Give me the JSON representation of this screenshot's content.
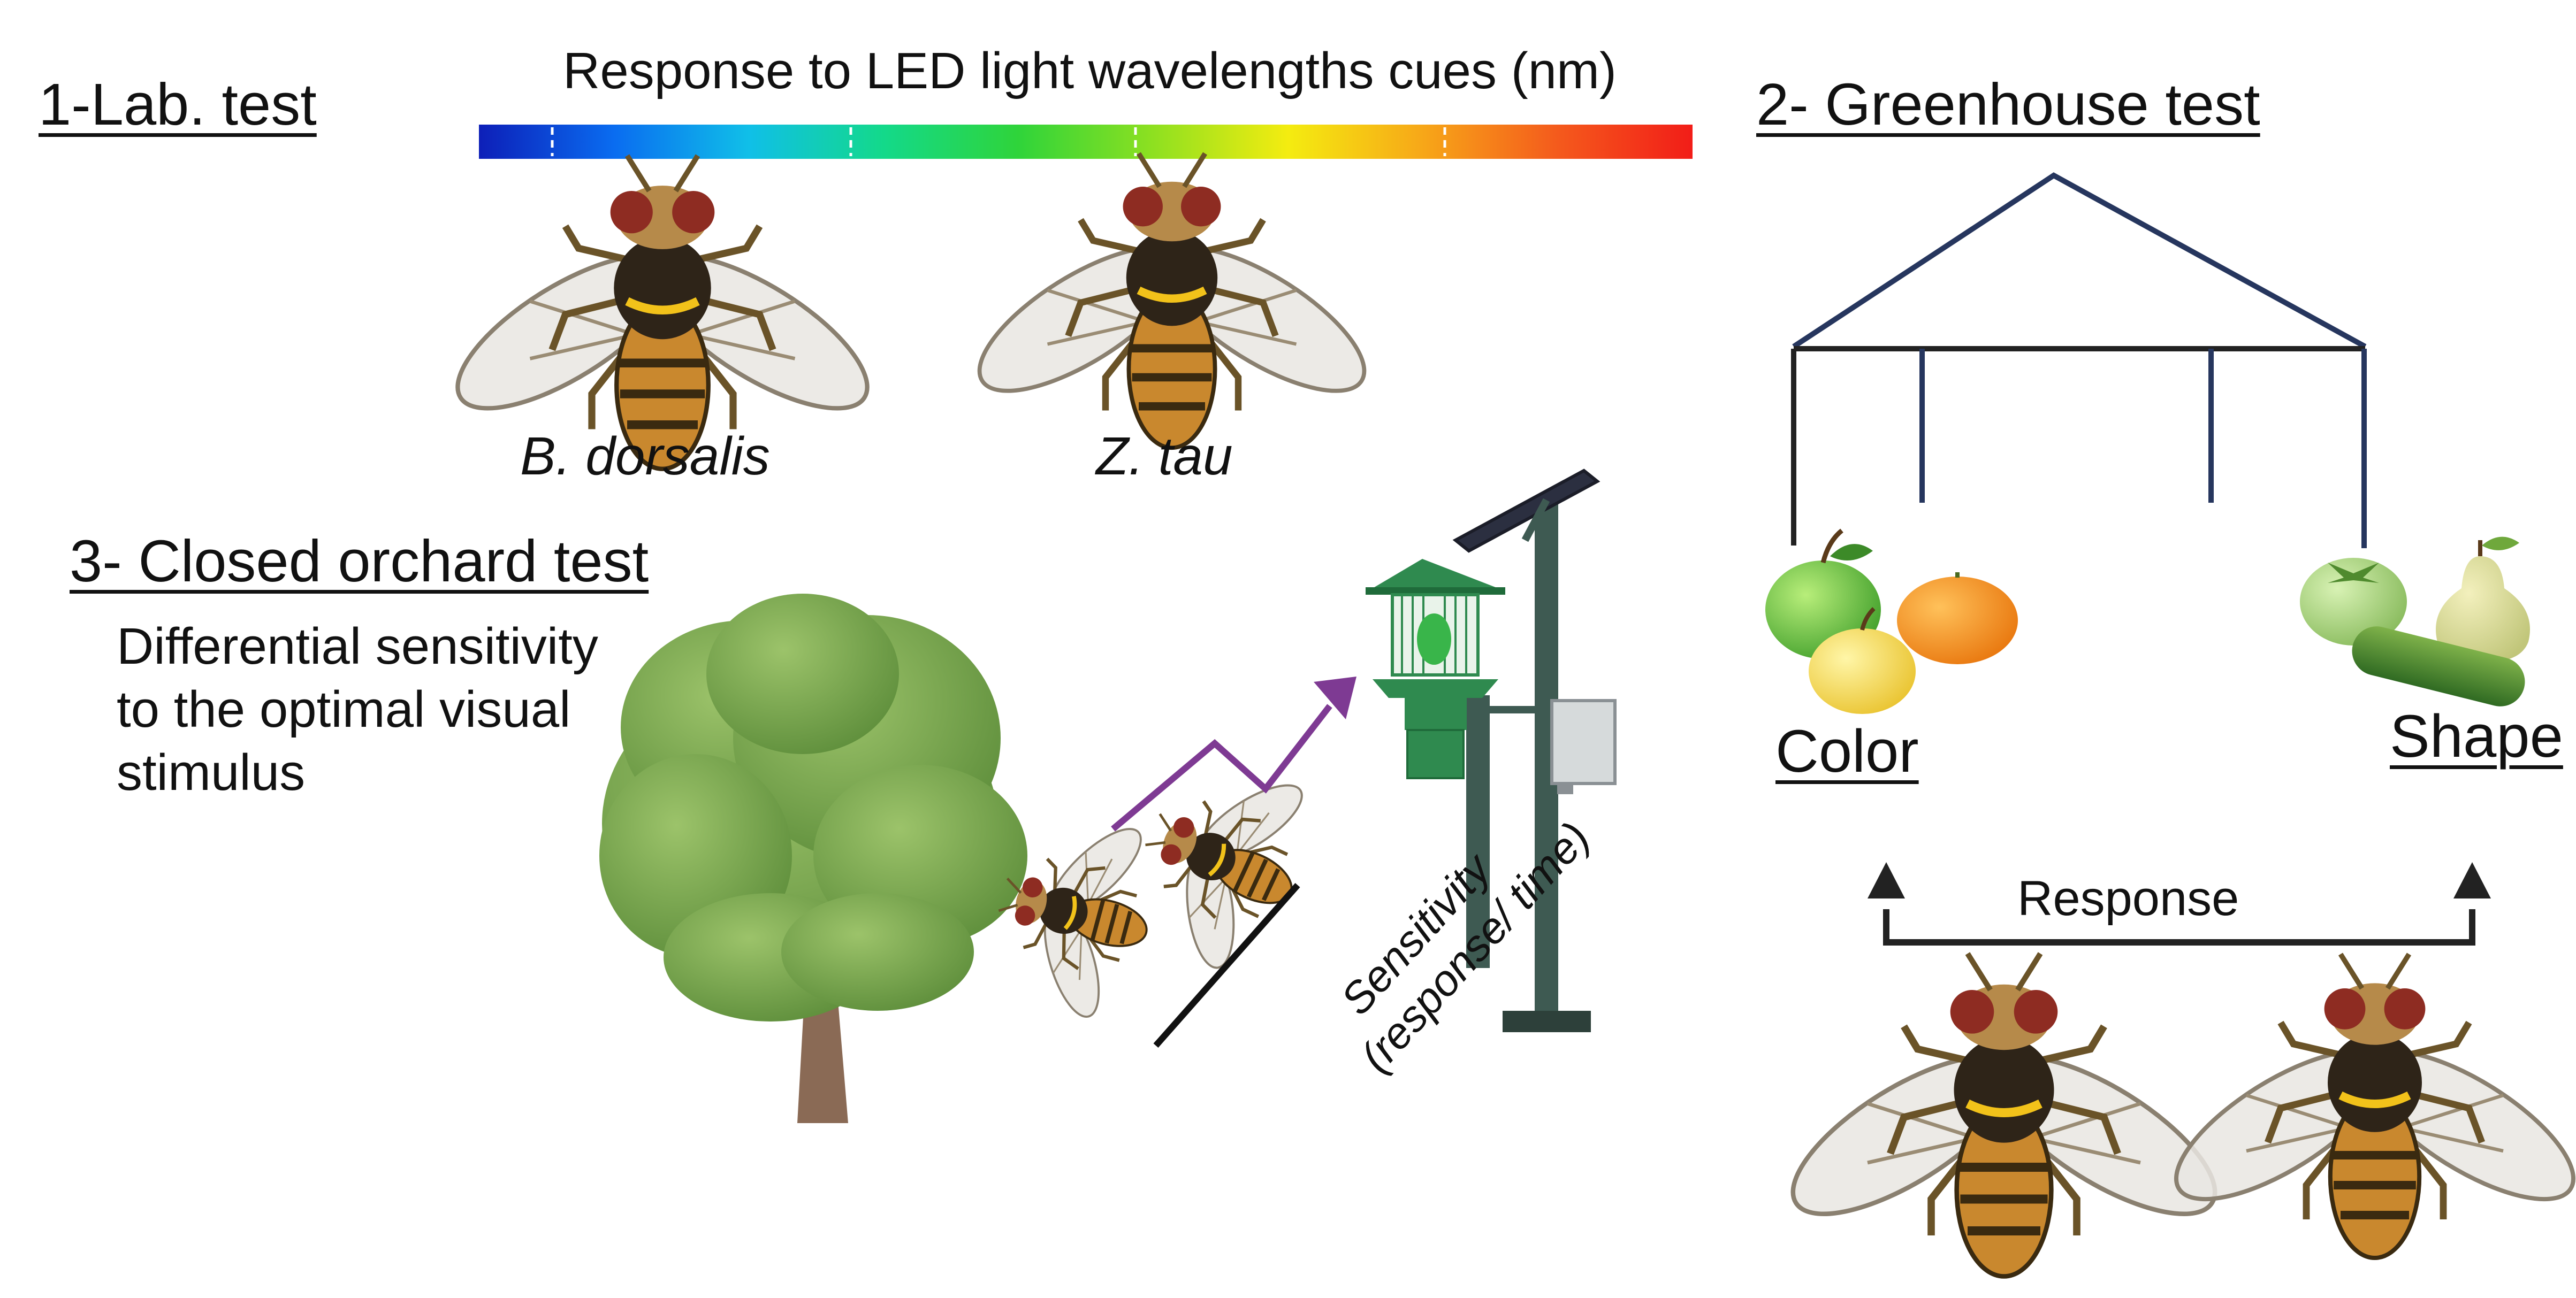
{
  "lab": {
    "heading": "1-Lab. test",
    "spectrum_title": "Response to LED light wavelengths cues (nm)",
    "spectrum_colors": [
      "#0d1fb8",
      "#0a6cf0",
      "#10bfe8",
      "#13d98a",
      "#2fd43a",
      "#8ee020",
      "#f4ec10",
      "#f7a718",
      "#f45a1c",
      "#f21d18"
    ],
    "species": [
      "B.  dorsalis",
      "Z. tau"
    ]
  },
  "greenhouse": {
    "heading": "2- Greenhouse test",
    "labels": [
      "Color ",
      "Shape"
    ],
    "response_label": "Response",
    "frame_color": "#26365e"
  },
  "orchard": {
    "heading": "3- Closed orchard test",
    "description": [
      "Differential sensitivity",
      "to the optimal visual",
      "stimulus"
    ],
    "sensitivity_label": [
      "Sensitivity",
      "(response/ time)"
    ],
    "arrow_color": "#7e3a93",
    "trap_color": "#2f8a4f"
  },
  "icons": [
    "spectrum-bar",
    "fruit-fly-icon",
    "tree-icon",
    "light-trap-icon",
    "apple-icon",
    "orange-icon",
    "pear-icon",
    "tomato-icon",
    "zucchini-icon",
    "arrow-icon"
  ]
}
